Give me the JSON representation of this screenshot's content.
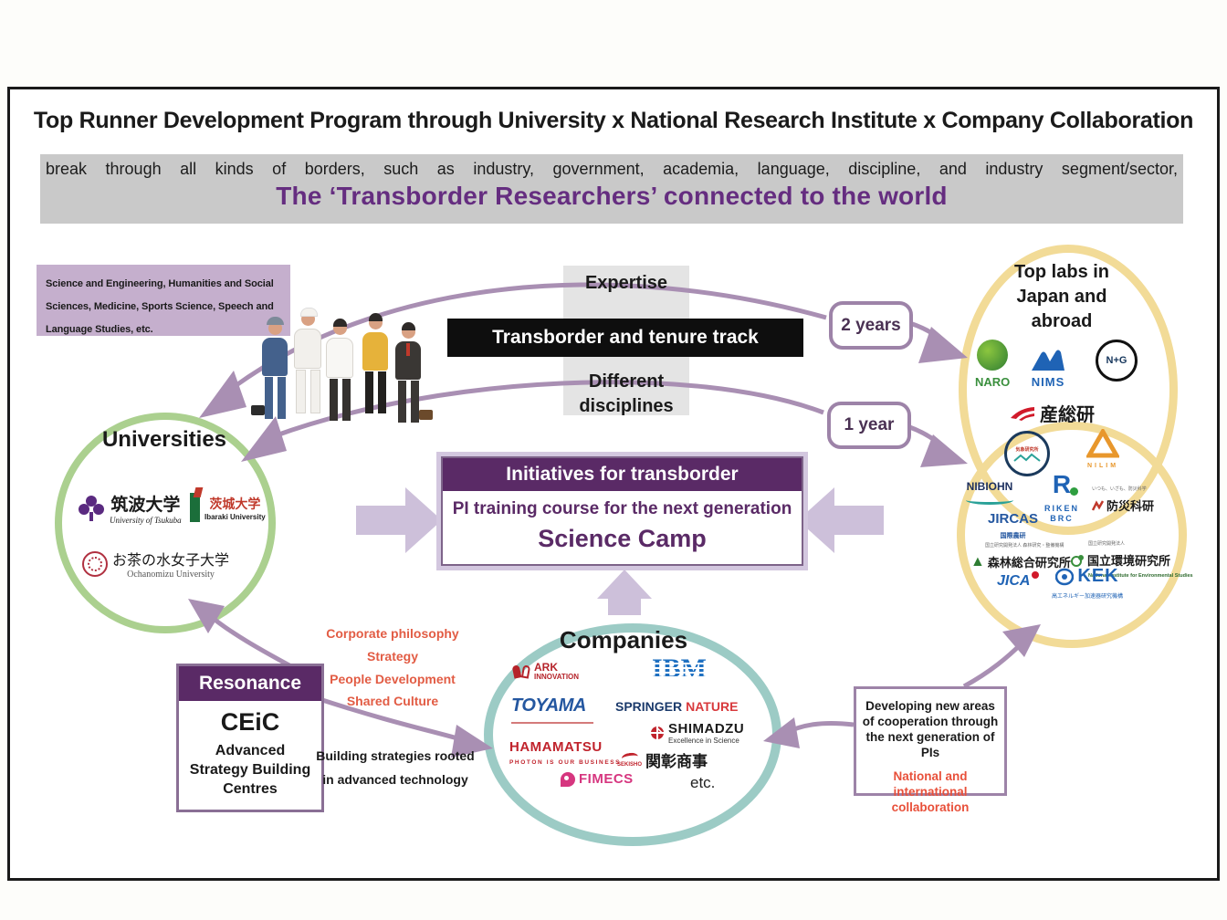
{
  "header": {
    "title": "Top Runner Development Program through University x National Research Institute x Company Collaboration",
    "banner": {
      "line1": "break through all kinds of borders, such as industry, government, academia, language, discipline, and industry segment/sector,",
      "line2": "The ‘Transborder Researchers’ connected to the world"
    }
  },
  "fields_note": "Science and Engineering, Humanities and Social Sciences, Medicine, Sports Science, Speech and Language Studies, etc.",
  "pathway": {
    "expertise": "Expertise",
    "track": "Transborder and tenure track",
    "different_disciplines": "Different\ndisciplines",
    "two_years": "2 years",
    "one_year": "1 year"
  },
  "initiatives": {
    "header": "Initiatives for transborder",
    "line1": "PI training course for the next generation",
    "line2": "Science Camp"
  },
  "universities": {
    "title": "Universities",
    "members": [
      {
        "name": "筑波大学",
        "sub": "University of Tsukuba"
      },
      {
        "name": "茨城大学",
        "sub": "Ibaraki University"
      },
      {
        "name": "お茶の水女子大学",
        "sub": "Ochanomizu University"
      }
    ]
  },
  "top_labs": {
    "title": "Top labs in Japan and abroad",
    "members": [
      {
        "label": "NARO"
      },
      {
        "label": "NIMS"
      },
      {
        "label": "N+G"
      },
      {
        "label": "産総研"
      },
      {
        "label": "気象研究所"
      },
      {
        "label": "NILIM"
      },
      {
        "label": "NIBIOHN"
      },
      {
        "label": "RIKEN\nBRC",
        "big": "R"
      },
      {
        "label": "防災科研",
        "sub": "いつも、いざも、防災科学"
      },
      {
        "label": "JIRCAS",
        "sub": "国際農研"
      },
      {
        "label": "森林総合研究所",
        "sub": "国立研究開発法人 森林研究・整備機構"
      },
      {
        "label": "国立環境研究所",
        "sub_top": "国立研究開発法人",
        "sub": "National Institute for Environmental Studies"
      },
      {
        "label": "JICA"
      },
      {
        "label": "KEK",
        "sub": "高エネルギー加速器研究機構"
      }
    ]
  },
  "companies": {
    "title": "Companies",
    "members": [
      {
        "line1": "ARK",
        "line2": "INNOVATION"
      },
      {
        "label": "IBM"
      },
      {
        "label": "TOYAMA"
      },
      {
        "part1": "SPRINGER",
        "part2": "NATURE"
      },
      {
        "label": "SHIMADZU",
        "sub": "Excellence in Science"
      },
      {
        "label": "HAMAMATSU",
        "sub": "PHOTON IS OUR BUSINESS"
      },
      {
        "label": "関彰商事",
        "sub": "SEKISHO"
      },
      {
        "label": "FIMECS"
      },
      {
        "label": "etc."
      }
    ]
  },
  "resonance": {
    "header": "Resonance",
    "name": "CEiC",
    "sub": "Advanced Strategy Building Centres"
  },
  "company_culture": [
    "Corporate philosophy",
    "Strategy",
    "People Development",
    "Shared Culture"
  ],
  "strategy_note": "Building strategies rooted\nin advanced technology",
  "cooperation": {
    "main": "Developing new areas of cooperation through the next generation of PIs",
    "accent": "National and international collaboration"
  },
  "colors": {
    "accent_purple": "#5a2a66",
    "arc_purple": "#a98fb3",
    "light_arrow": "#cdc0da",
    "green_ring": "#abd08f",
    "teal_ring": "#9ccbc5",
    "yellow_ring": "#f2db97",
    "orange": "#e25c44"
  }
}
